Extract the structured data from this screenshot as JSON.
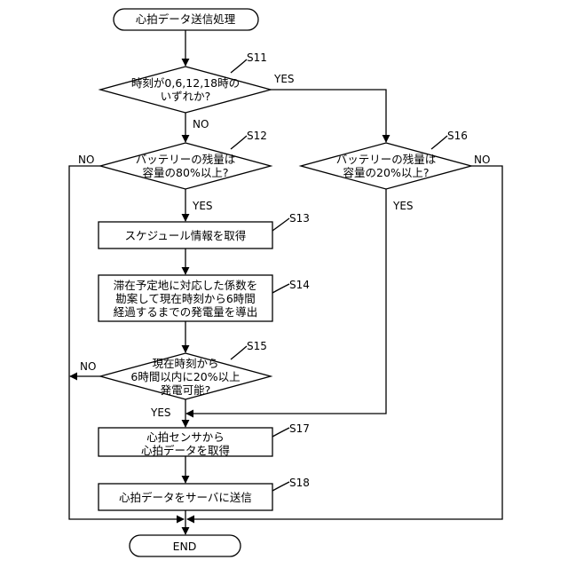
{
  "start": {
    "label": "心拍データ送信処理"
  },
  "end": {
    "label": "END"
  },
  "decisions": [
    {
      "id": "S11",
      "lines": [
        "時刻が0,6,12,18時の",
        "いずれか?"
      ]
    },
    {
      "id": "S12",
      "lines": [
        "バッテリーの残量は",
        "容量の80%以上?"
      ]
    },
    {
      "id": "S15",
      "lines": [
        "現在時刻から",
        "6時間以内に20%以上",
        "発電可能?"
      ]
    },
    {
      "id": "S16",
      "lines": [
        "バッテリーの残量は",
        "容量の20%以上?"
      ]
    }
  ],
  "processes": [
    {
      "id": "S13",
      "lines": [
        "スケジュール情報を取得"
      ]
    },
    {
      "id": "S14",
      "lines": [
        "滞在予定地に対応した係数を",
        "勘案して現在時刻から6時間",
        "経過するまでの発電量を導出"
      ]
    },
    {
      "id": "S17",
      "lines": [
        "心拍センサから",
        "心拍データを取得"
      ]
    },
    {
      "id": "S18",
      "lines": [
        "心拍データをサーバに送信"
      ]
    }
  ],
  "branch_labels": {
    "s11_yes": "YES",
    "s11_no": "NO",
    "s12_yes": "YES",
    "s12_no": "NO",
    "s15_yes": "YES",
    "s15_no": "NO",
    "s16_yes": "YES",
    "s16_no": "NO"
  }
}
